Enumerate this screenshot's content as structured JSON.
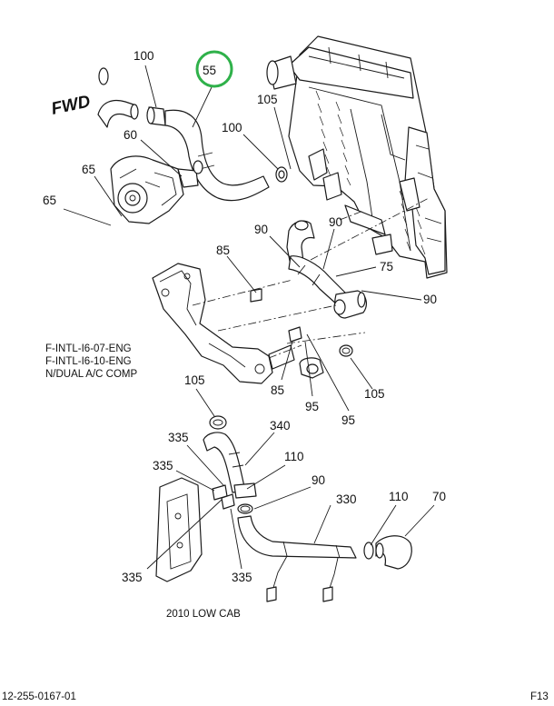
{
  "direction_label": "FWD",
  "callouts": [
    {
      "id": "c100a",
      "text": "100"
    },
    {
      "id": "c55",
      "text": "55",
      "highlighted": true
    },
    {
      "id": "c60",
      "text": "60"
    },
    {
      "id": "c65a",
      "text": "65"
    },
    {
      "id": "c65b",
      "text": "65"
    },
    {
      "id": "c105a",
      "text": "105"
    },
    {
      "id": "c100b",
      "text": "100"
    },
    {
      "id": "c90a",
      "text": "90"
    },
    {
      "id": "c90b",
      "text": "90"
    },
    {
      "id": "c85a",
      "text": "85"
    },
    {
      "id": "c75",
      "text": "75"
    },
    {
      "id": "c90c",
      "text": "90"
    },
    {
      "id": "c85b",
      "text": "85"
    },
    {
      "id": "c95a",
      "text": "95"
    },
    {
      "id": "c95b",
      "text": "95"
    },
    {
      "id": "c105b",
      "text": "105"
    },
    {
      "id": "c105c",
      "text": "105"
    },
    {
      "id": "c340",
      "text": "340"
    },
    {
      "id": "c335a",
      "text": "335"
    },
    {
      "id": "c110a",
      "text": "110"
    },
    {
      "id": "c335b",
      "text": "335"
    },
    {
      "id": "c90d",
      "text": "90"
    },
    {
      "id": "c330",
      "text": "330"
    },
    {
      "id": "c110b",
      "text": "110"
    },
    {
      "id": "c70",
      "text": "70"
    },
    {
      "id": "c335c",
      "text": "335"
    },
    {
      "id": "c335d",
      "text": "335"
    }
  ],
  "application_notes": [
    "F-INTL-I6-07-ENG",
    "F-INTL-I6-10-ENG",
    "N/DUAL A/C COMP"
  ],
  "sub_view_label": "2010 LOW CAB",
  "drawing_number": "12-255-0167-01",
  "figure_id": "F13",
  "highlight_color": "#2fb14a"
}
